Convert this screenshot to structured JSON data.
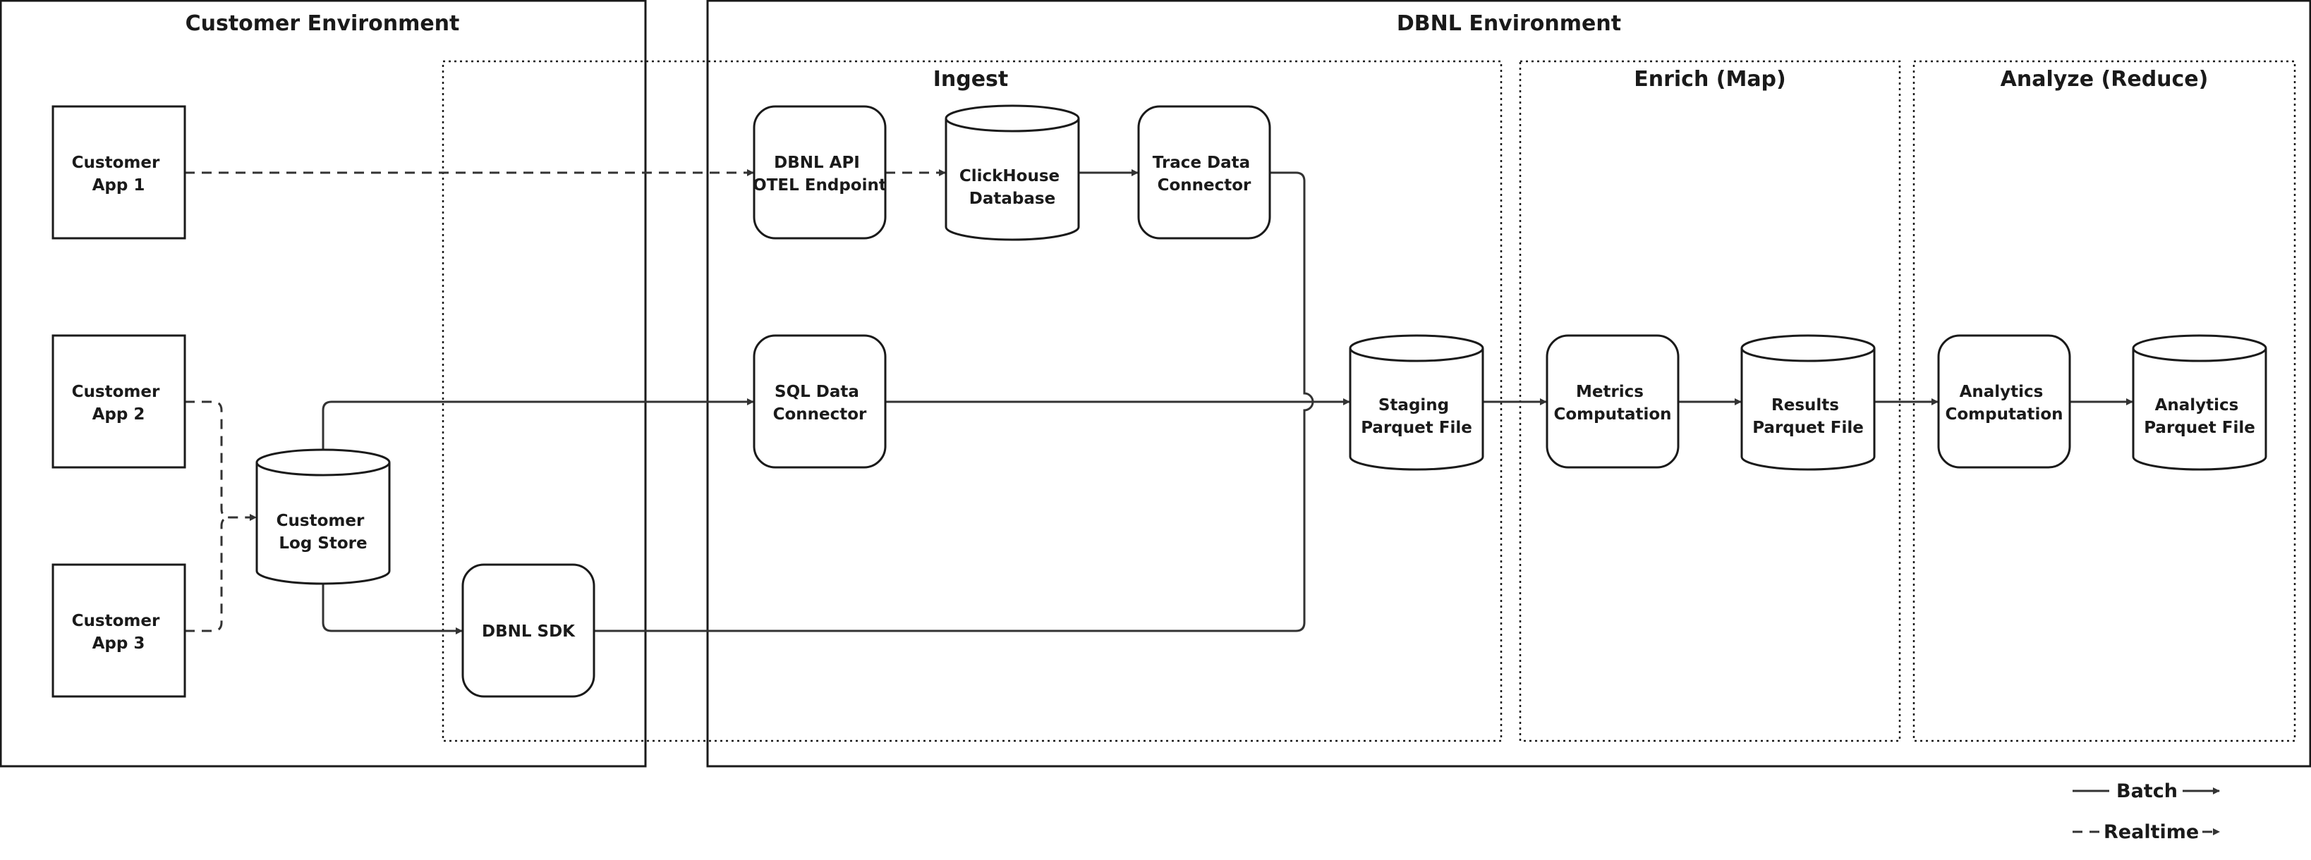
{
  "environments": {
    "customer": {
      "title": "Customer Environment"
    },
    "dbnl": {
      "title": "DBNL Environment"
    }
  },
  "stages": {
    "ingest": {
      "title": "Ingest"
    },
    "enrich": {
      "title": "Enrich (Map)"
    },
    "analyze": {
      "title": "Analyze (Reduce)"
    }
  },
  "nodes": {
    "app1": {
      "lines": [
        "Customer",
        "App 1"
      ]
    },
    "app2": {
      "lines": [
        "Customer",
        "App 2"
      ]
    },
    "app3": {
      "lines": [
        "Customer",
        "App 3"
      ]
    },
    "log_store": {
      "lines": [
        "Customer",
        "Log Store"
      ]
    },
    "sdk": {
      "lines": [
        "DBNL SDK"
      ]
    },
    "otel": {
      "lines": [
        "DBNL API",
        "OTEL Endpoint"
      ]
    },
    "clickhouse": {
      "lines": [
        "ClickHouse",
        "Database"
      ]
    },
    "trace_connector": {
      "lines": [
        "Trace Data",
        "Connector"
      ]
    },
    "sql_connector": {
      "lines": [
        "SQL Data",
        "Connector"
      ]
    },
    "staging": {
      "lines": [
        "Staging",
        "Parquet File"
      ]
    },
    "metrics": {
      "lines": [
        "Metrics",
        "Computation"
      ]
    },
    "results": {
      "lines": [
        "Results",
        "Parquet File"
      ]
    },
    "analytics_comp": {
      "lines": [
        "Analytics",
        "Computation"
      ]
    },
    "analytics_file": {
      "lines": [
        "Analytics",
        "Parquet File"
      ]
    }
  },
  "legend": {
    "batch": "Batch",
    "realtime": "Realtime"
  }
}
